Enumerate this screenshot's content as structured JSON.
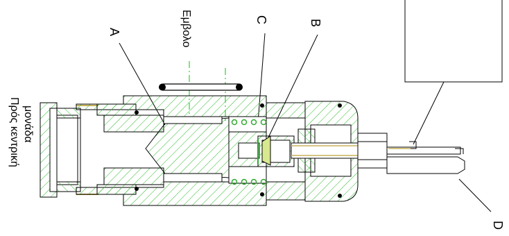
{
  "diagram": {
    "labels": {
      "A": "A",
      "B": "B",
      "C": "C",
      "D": "D",
      "piston": "Εμβολο",
      "central_unit_line1": "Πρός κεντρική",
      "central_unit_line2": "μονάδα"
    },
    "colors": {
      "hatch": "#3bbf3b",
      "outline": "#000000",
      "spring": "#2fa82f",
      "accent": "#c9b25a",
      "centerline": "#2fd02f"
    }
  }
}
